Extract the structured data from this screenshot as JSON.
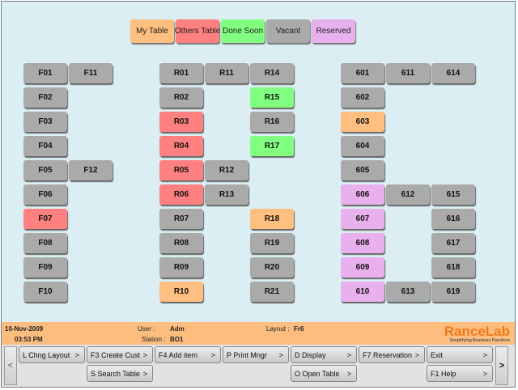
{
  "colors": {
    "mine": "#ffbf80",
    "others": "#ff8080",
    "done": "#80ff80",
    "vacant": "#aaaaaa",
    "reserved": "#e8b0ec"
  },
  "legend": [
    {
      "label": "My Table",
      "status": "mine"
    },
    {
      "label": "Others Table",
      "status": "others"
    },
    {
      "label": "Done Soon",
      "status": "done"
    },
    {
      "label": "Vacant",
      "status": "vacant"
    },
    {
      "label": "Reserved",
      "status": "reserved"
    }
  ],
  "tables": [
    {
      "label": "F01",
      "status": "vacant"
    },
    {
      "label": "F02",
      "status": "vacant"
    },
    {
      "label": "F03",
      "status": "vacant"
    },
    {
      "label": "F04",
      "status": "vacant"
    },
    {
      "label": "F05",
      "status": "vacant"
    },
    {
      "label": "F06",
      "status": "vacant"
    },
    {
      "label": "F07",
      "status": "others"
    },
    {
      "label": "F08",
      "status": "vacant"
    },
    {
      "label": "F09",
      "status": "vacant"
    },
    {
      "label": "F10",
      "status": "vacant"
    },
    {
      "label": "F11",
      "status": "vacant"
    },
    {
      "label": "F12",
      "status": "vacant"
    },
    {
      "label": "R01",
      "status": "vacant"
    },
    {
      "label": "R02",
      "status": "vacant"
    },
    {
      "label": "R03",
      "status": "others"
    },
    {
      "label": "R04",
      "status": "others"
    },
    {
      "label": "R05",
      "status": "others"
    },
    {
      "label": "R06",
      "status": "others"
    },
    {
      "label": "R07",
      "status": "vacant"
    },
    {
      "label": "R08",
      "status": "vacant"
    },
    {
      "label": "R09",
      "status": "vacant"
    },
    {
      "label": "R10",
      "status": "mine"
    },
    {
      "label": "R11",
      "status": "vacant"
    },
    {
      "label": "R12",
      "status": "vacant"
    },
    {
      "label": "R13",
      "status": "vacant"
    },
    {
      "label": "R14",
      "status": "vacant"
    },
    {
      "label": "R15",
      "status": "done"
    },
    {
      "label": "R16",
      "status": "vacant"
    },
    {
      "label": "R17",
      "status": "done"
    },
    {
      "label": "R18",
      "status": "mine"
    },
    {
      "label": "R19",
      "status": "vacant"
    },
    {
      "label": "R20",
      "status": "vacant"
    },
    {
      "label": "R21",
      "status": "vacant"
    },
    {
      "label": "601",
      "status": "vacant"
    },
    {
      "label": "602",
      "status": "vacant"
    },
    {
      "label": "603",
      "status": "mine"
    },
    {
      "label": "604",
      "status": "vacant"
    },
    {
      "label": "605",
      "status": "vacant"
    },
    {
      "label": "606",
      "status": "reserved"
    },
    {
      "label": "607",
      "status": "reserved"
    },
    {
      "label": "608",
      "status": "reserved"
    },
    {
      "label": "609",
      "status": "reserved"
    },
    {
      "label": "610",
      "status": "reserved"
    },
    {
      "label": "611",
      "status": "vacant"
    },
    {
      "label": "612",
      "status": "vacant"
    },
    {
      "label": "613",
      "status": "vacant"
    },
    {
      "label": "614",
      "status": "vacant"
    },
    {
      "label": "615",
      "status": "vacant"
    },
    {
      "label": "616",
      "status": "vacant"
    },
    {
      "label": "617",
      "status": "vacant"
    },
    {
      "label": "618",
      "status": "vacant"
    },
    {
      "label": "619",
      "status": "vacant"
    }
  ],
  "status": {
    "date": "10-Nov-2009",
    "time": "03:53 PM",
    "user_label": "User :",
    "user": "Adm",
    "station_label": "Station :",
    "station": "BO1",
    "layout_label": "Layout :",
    "layout": "Fr6"
  },
  "logo": {
    "name": "RanceLab",
    "tagline": "Simplifying Business Practices"
  },
  "buttons": {
    "chng_layout": "L Chng Layout",
    "create_cust": "F3 Create Cust",
    "add_item": "F4 Add item",
    "print_mngr": "P Print Mngr",
    "display": "D Display",
    "reservation": "F7 Reservation",
    "exit": "Exit",
    "search_table": "S Search Table",
    "open_table": "O Open Table",
    "help": "F1 Help",
    "prev": "<",
    "next": ">",
    "chevron": ">"
  }
}
